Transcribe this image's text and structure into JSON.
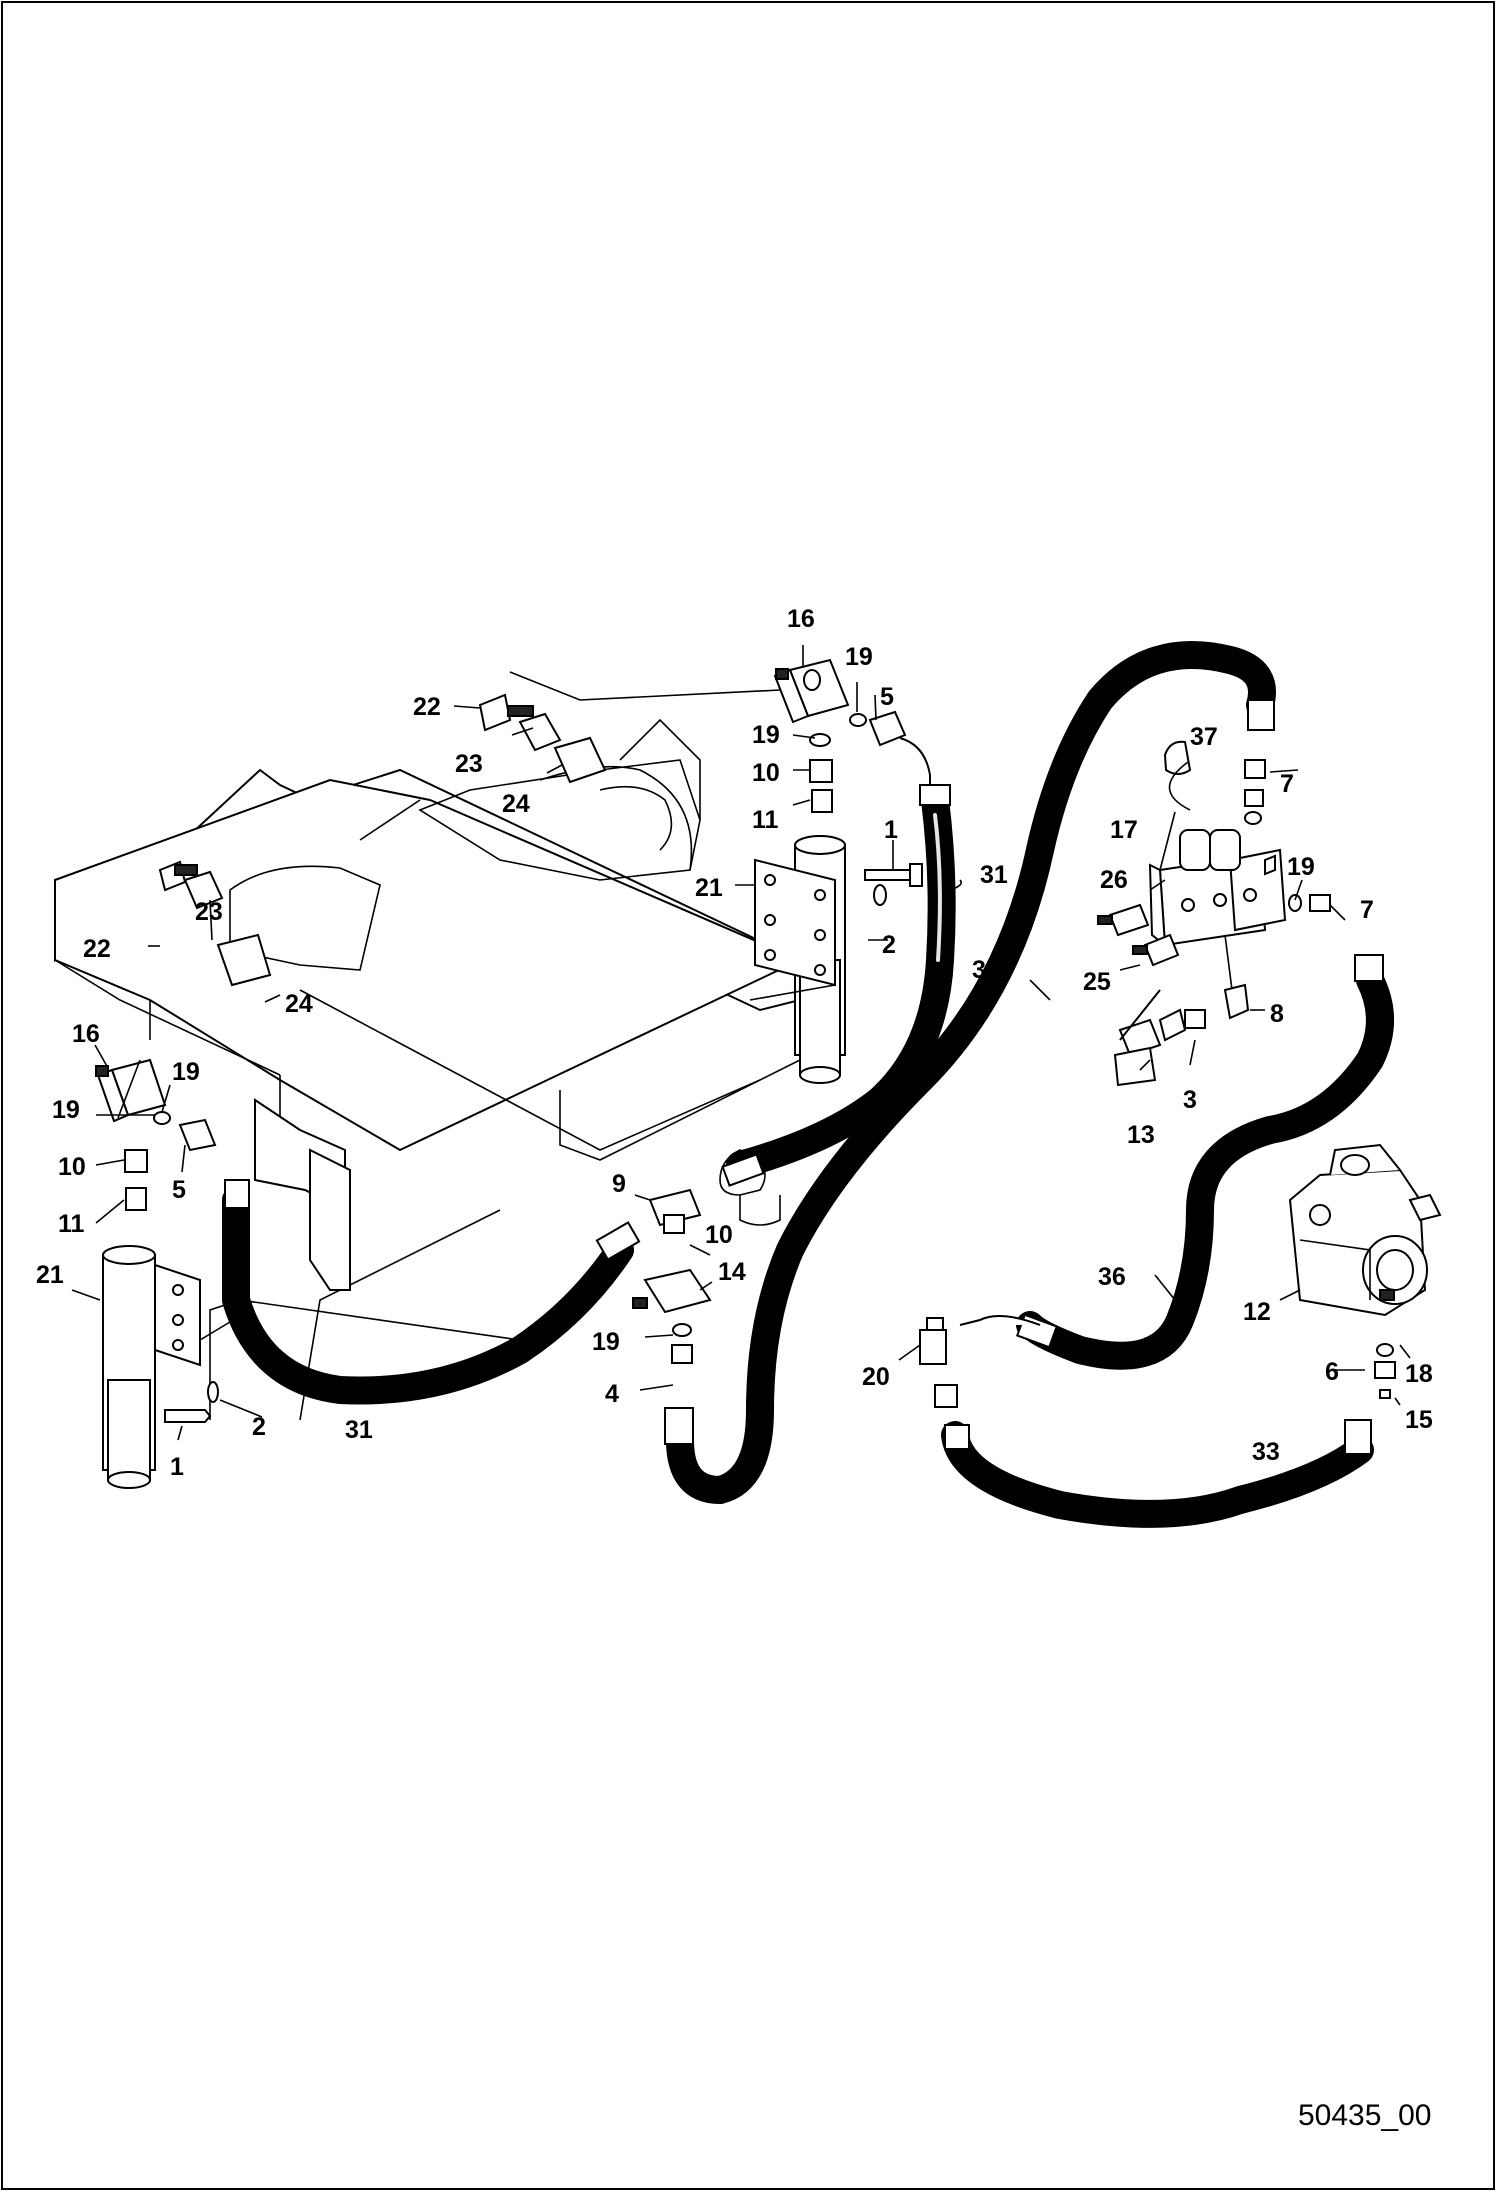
{
  "drawing": {
    "id": "50435_00"
  },
  "callouts": [
    {
      "id": "c16a",
      "label": "16"
    },
    {
      "id": "c19a",
      "label": "19"
    },
    {
      "id": "c5a",
      "label": "5"
    },
    {
      "id": "c22a",
      "label": "22"
    },
    {
      "id": "c23a",
      "label": "23"
    },
    {
      "id": "c24a",
      "label": "24"
    },
    {
      "id": "c19b",
      "label": "19"
    },
    {
      "id": "c10a",
      "label": "10"
    },
    {
      "id": "c11a",
      "label": "11"
    },
    {
      "id": "c1a",
      "label": "1"
    },
    {
      "id": "c31a",
      "label": "31"
    },
    {
      "id": "c21a",
      "label": "21"
    },
    {
      "id": "c2a",
      "label": "2"
    },
    {
      "id": "c23b",
      "label": "23"
    },
    {
      "id": "c22b",
      "label": "22"
    },
    {
      "id": "c24b",
      "label": "24"
    },
    {
      "id": "c16b",
      "label": "16"
    },
    {
      "id": "c19c",
      "label": "19"
    },
    {
      "id": "c19d",
      "label": "19"
    },
    {
      "id": "c10b",
      "label": "10"
    },
    {
      "id": "c5b",
      "label": "5"
    },
    {
      "id": "c11b",
      "label": "11"
    },
    {
      "id": "c21b",
      "label": "21"
    },
    {
      "id": "c2b",
      "label": "2"
    },
    {
      "id": "c1b",
      "label": "1"
    },
    {
      "id": "c31b",
      "label": "31"
    },
    {
      "id": "c9",
      "label": "9"
    },
    {
      "id": "c10c",
      "label": "10"
    },
    {
      "id": "c14",
      "label": "14"
    },
    {
      "id": "c19e",
      "label": "19"
    },
    {
      "id": "c4",
      "label": "4"
    },
    {
      "id": "c37",
      "label": "37"
    },
    {
      "id": "c7a",
      "label": "7"
    },
    {
      "id": "c17",
      "label": "17"
    },
    {
      "id": "c26",
      "label": "26"
    },
    {
      "id": "c19f",
      "label": "19"
    },
    {
      "id": "c7b",
      "label": "7"
    },
    {
      "id": "c35",
      "label": "35"
    },
    {
      "id": "c25",
      "label": "25"
    },
    {
      "id": "c8",
      "label": "8"
    },
    {
      "id": "c3",
      "label": "3"
    },
    {
      "id": "c13",
      "label": "13"
    },
    {
      "id": "c36",
      "label": "36"
    },
    {
      "id": "c12",
      "label": "12"
    },
    {
      "id": "c20",
      "label": "20"
    },
    {
      "id": "c6",
      "label": "6"
    },
    {
      "id": "c18",
      "label": "18"
    },
    {
      "id": "c15",
      "label": "15"
    },
    {
      "id": "c33",
      "label": "33"
    }
  ]
}
